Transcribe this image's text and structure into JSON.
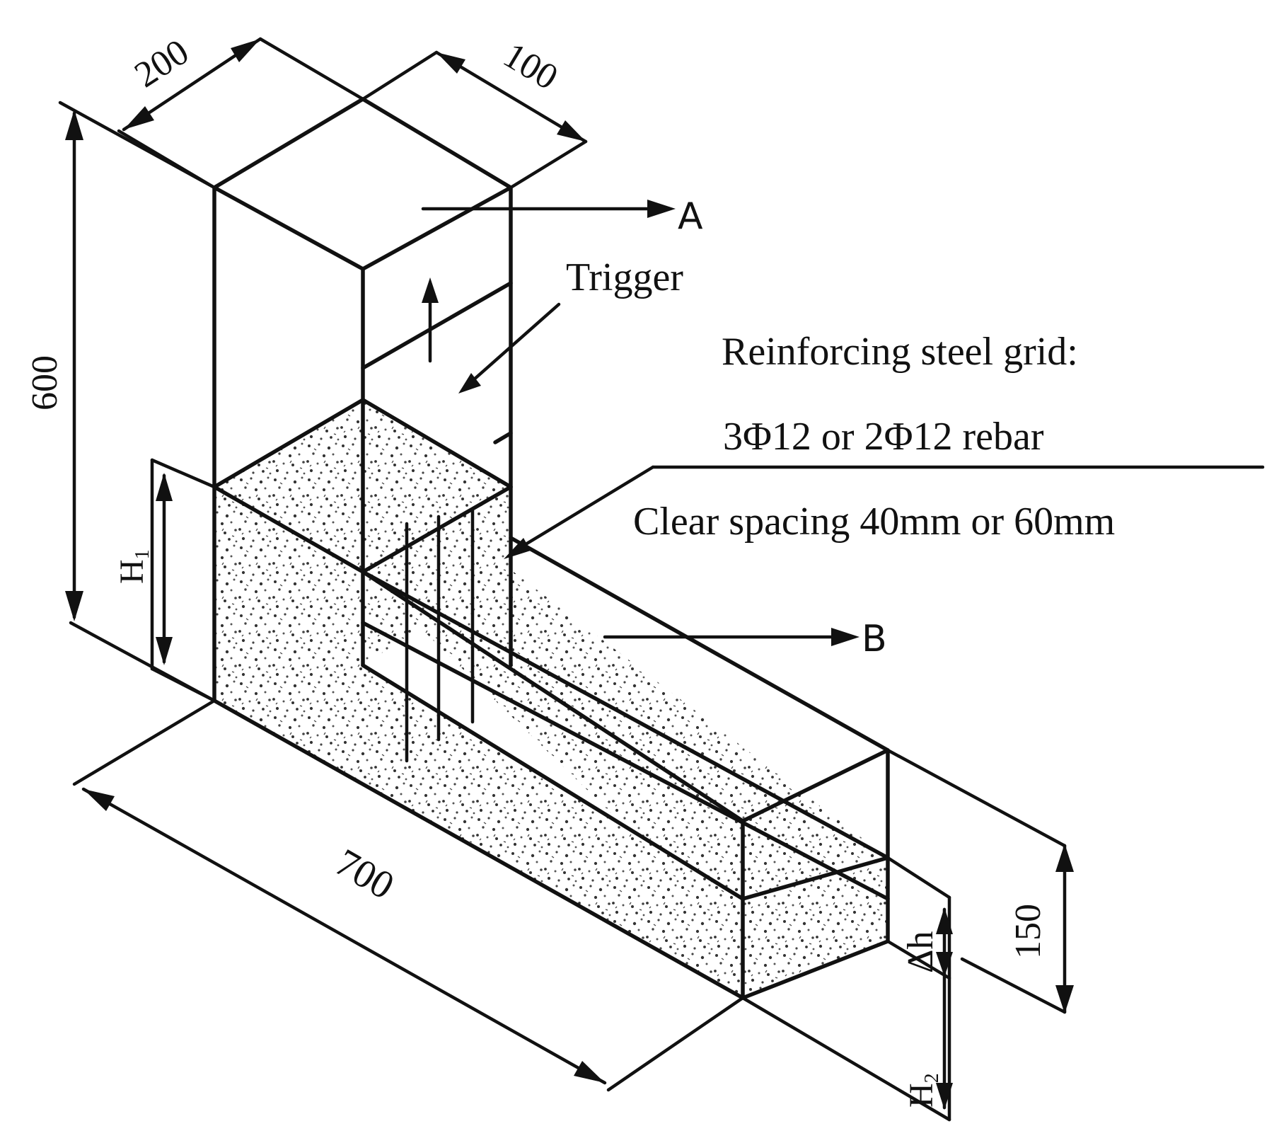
{
  "dimensions": {
    "top_width": "200",
    "top_depth": "100",
    "column_height": "600",
    "channel_length": "700",
    "channel_height": "150",
    "h1": "H",
    "h1_sub": "1",
    "h2": "H",
    "h2_sub": "2",
    "delta_h": "Δh"
  },
  "labels": {
    "section_a": "A",
    "section_b": "B",
    "trigger": "Trigger",
    "rebar_title": "Reinforcing steel grid:",
    "rebar_spec": "3Φ12 or 2Φ12 rebar",
    "spacing": "Clear spacing 40mm or 60mm"
  }
}
